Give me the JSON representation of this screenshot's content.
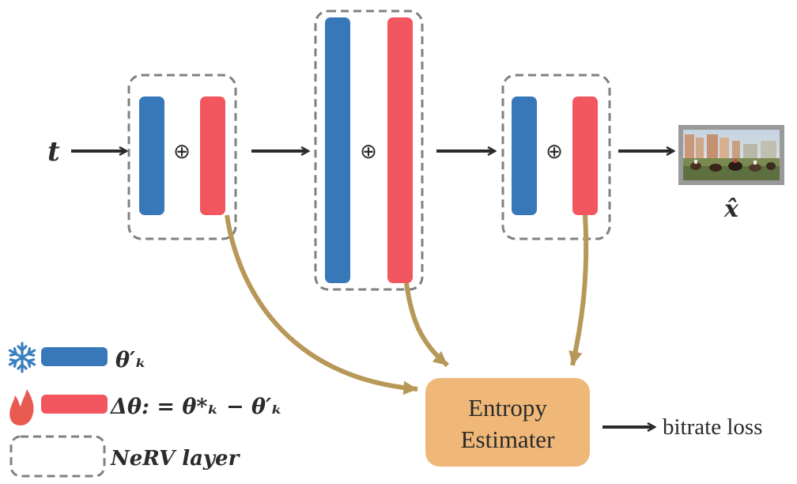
{
  "input_label": "t",
  "output_label": "x̂",
  "combine_symbol": "⊕",
  "entropy_block": {
    "line1": "Entropy",
    "line2": "Estimater"
  },
  "bitrate_label": "bitrate loss",
  "legend": {
    "frozen": {
      "icon": "snowflake-icon",
      "label": "θ′ₖ"
    },
    "trainable": {
      "icon": "flame-icon",
      "label": "Δθ: = θ*ₖ − θ′ₖ"
    },
    "layer": {
      "label": "NeRV layer"
    }
  },
  "colors": {
    "frozen_bar": "#3878b8",
    "delta_bar": "#f2565e",
    "arrow": "#2b2b2b",
    "curve": "#b89858",
    "entropy_fill": "#f0b878",
    "dashed_border": "#808080",
    "snowflake": "#3a7fc0",
    "flame": "#e85a50"
  }
}
